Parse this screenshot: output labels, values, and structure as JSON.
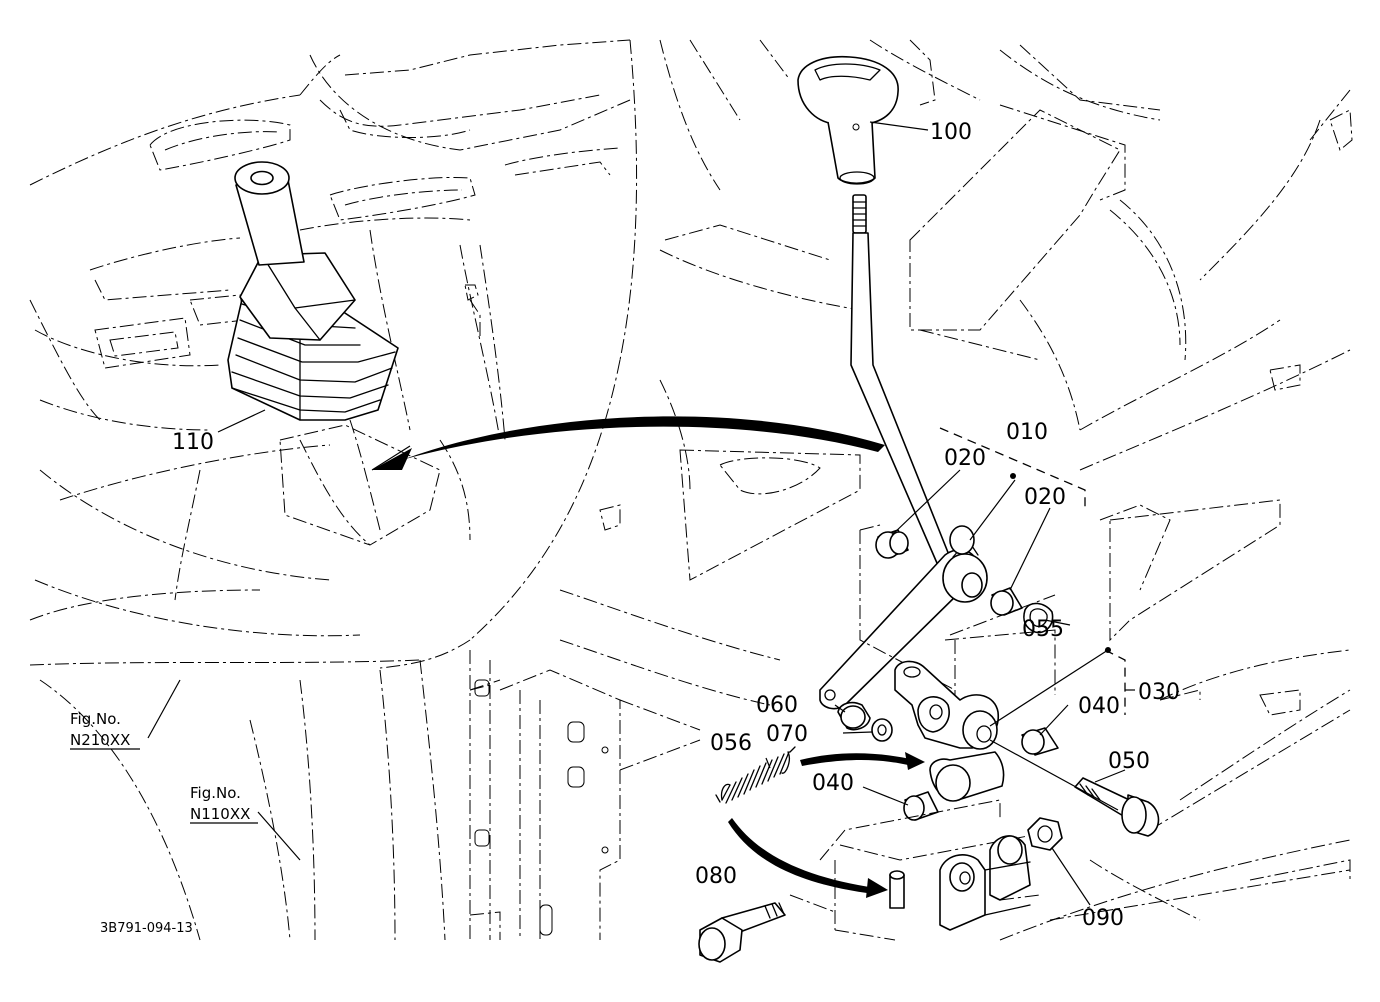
{
  "callouts": {
    "p010": "010",
    "p020a": "020",
    "p020b": "020",
    "p030": "030",
    "p040a": "040",
    "p040b": "040",
    "p050": "050",
    "p055": "055",
    "p056": "056",
    "p060": "060",
    "p070": "070",
    "p080": "080",
    "p090": "090",
    "p100": "100",
    "p110": "110"
  },
  "figure_refs": {
    "ref1_label": "Fig.No.",
    "ref1_code": "N210XX",
    "ref2_label": "Fig.No.",
    "ref2_code": "N110XX"
  },
  "drawing_code": "3B791-094-13"
}
